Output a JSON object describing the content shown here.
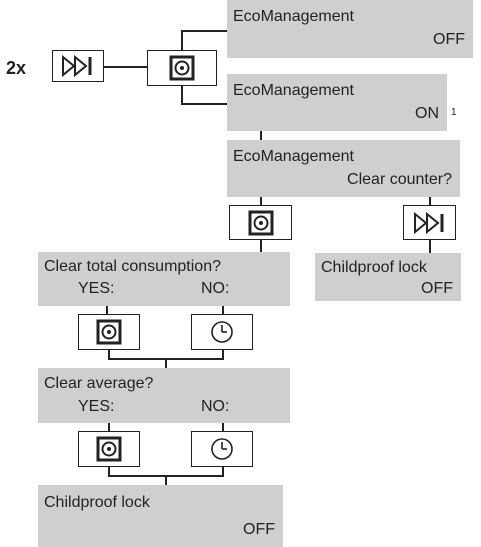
{
  "repeat_label": "2x",
  "footnote": "1",
  "icons": {
    "skip": "fast-forward-skip-icon",
    "confirm": "start-button-icon",
    "timer": "timer-clock-icon"
  },
  "boxes": {
    "eco_off": {
      "line1": "EcoManagement",
      "line2": "OFF"
    },
    "eco_on": {
      "line1": "EcoManagement",
      "line2": "ON"
    },
    "eco_clear": {
      "line1": "EcoManagement",
      "line2": "Clear counter?"
    },
    "clear_total": {
      "line1": "Clear total consumption?",
      "yes": "YES:",
      "no": "NO:"
    },
    "clear_avg": {
      "line1": "Clear average?",
      "yes": "YES:",
      "no": "NO:"
    },
    "child_right": {
      "line1": "Childproof lock",
      "line2": "OFF"
    },
    "child_bottom": {
      "line1": "Childproof lock",
      "line2": "OFF"
    }
  }
}
